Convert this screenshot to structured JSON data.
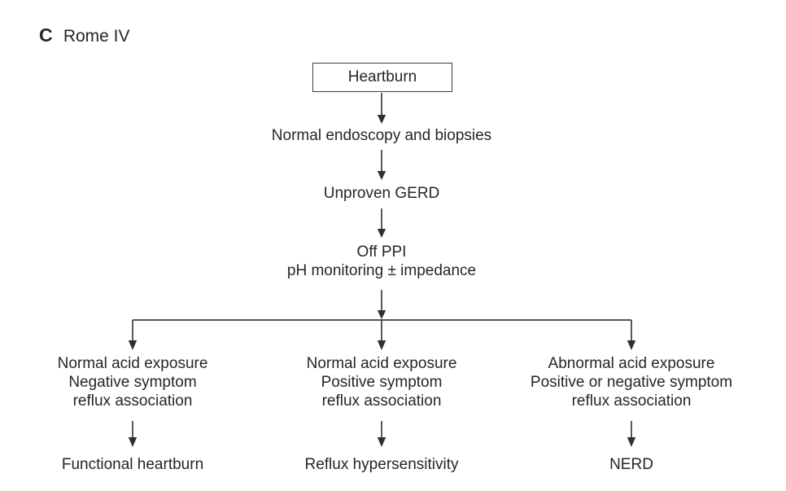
{
  "panel": {
    "letter": "C",
    "title": "Rome IV"
  },
  "flow": {
    "root": "Heartburn",
    "step1": "Normal endoscopy and biopsies",
    "step2": "Unproven GERD",
    "step3_line1": "Off PPI",
    "step3_line2": "pH monitoring ± impedance",
    "branches": [
      {
        "lines": [
          "Normal acid exposure",
          "Negative symptom",
          "reflux association"
        ],
        "outcome": "Functional heartburn"
      },
      {
        "lines": [
          "Normal acid exposure",
          "Positive symptom",
          "reflux association"
        ],
        "outcome": "Reflux hypersensitivity"
      },
      {
        "lines": [
          "Abnormal acid exposure",
          "Positive or negative symptom",
          "reflux association"
        ],
        "outcome": "NERD"
      }
    ]
  },
  "colors": {
    "text": "#262626",
    "line": "#3c3c3c"
  }
}
